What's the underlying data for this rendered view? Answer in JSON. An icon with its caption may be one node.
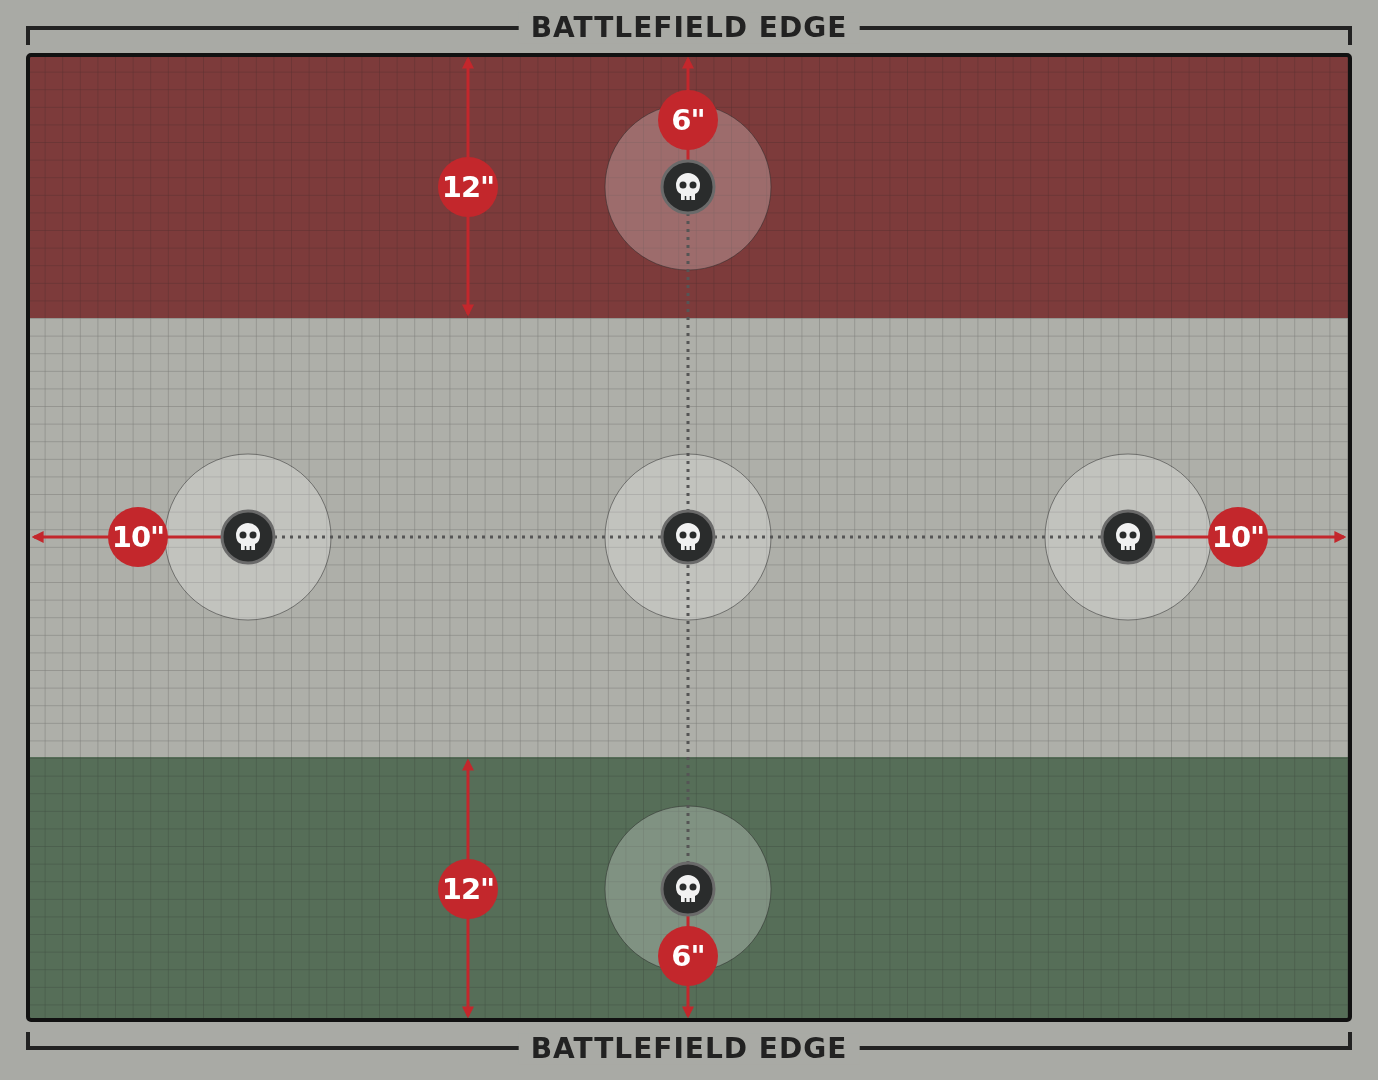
{
  "diagram": {
    "labels": [
      "BATTLEFIELD EDGE",
      "6\"",
      "12\"",
      "10\"",
      "10\"",
      "12\"",
      "6\"",
      "BATTLEFIELD EDGE"
    ]
  }
}
